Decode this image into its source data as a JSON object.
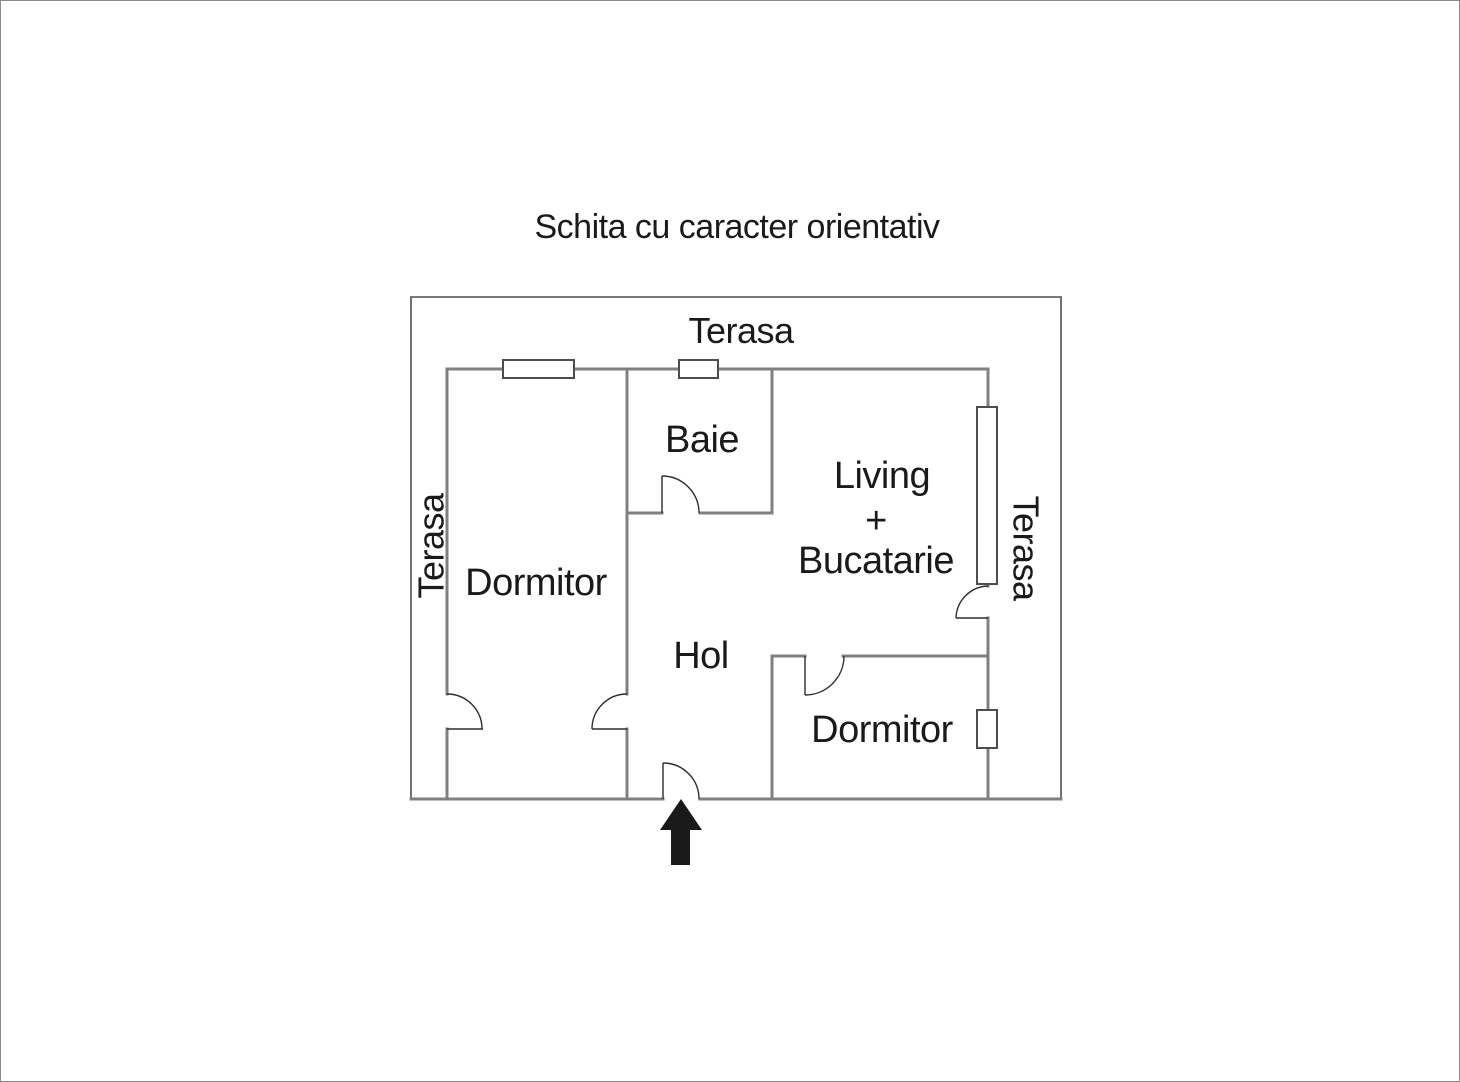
{
  "title": "Schita cu caracter orientativ",
  "labels": {
    "terasa_top": "Terasa",
    "terasa_left": "Terasa",
    "terasa_right": "Terasa",
    "dormitor_left": "Dormitor",
    "baie": "Baie",
    "hol": "Hol",
    "living_line1": "Living",
    "living_line2": "+",
    "living_line3": "Bucatarie",
    "dormitor_right": "Dormitor"
  },
  "colors": {
    "wall": "#808080",
    "boundary": "#4d4d4d",
    "window": "#4d4d4d",
    "door": "#2e2e2e",
    "text": "#1a1a1a",
    "arrow": "#1a1a1a",
    "canvas_border": "#8c8c8c"
  }
}
